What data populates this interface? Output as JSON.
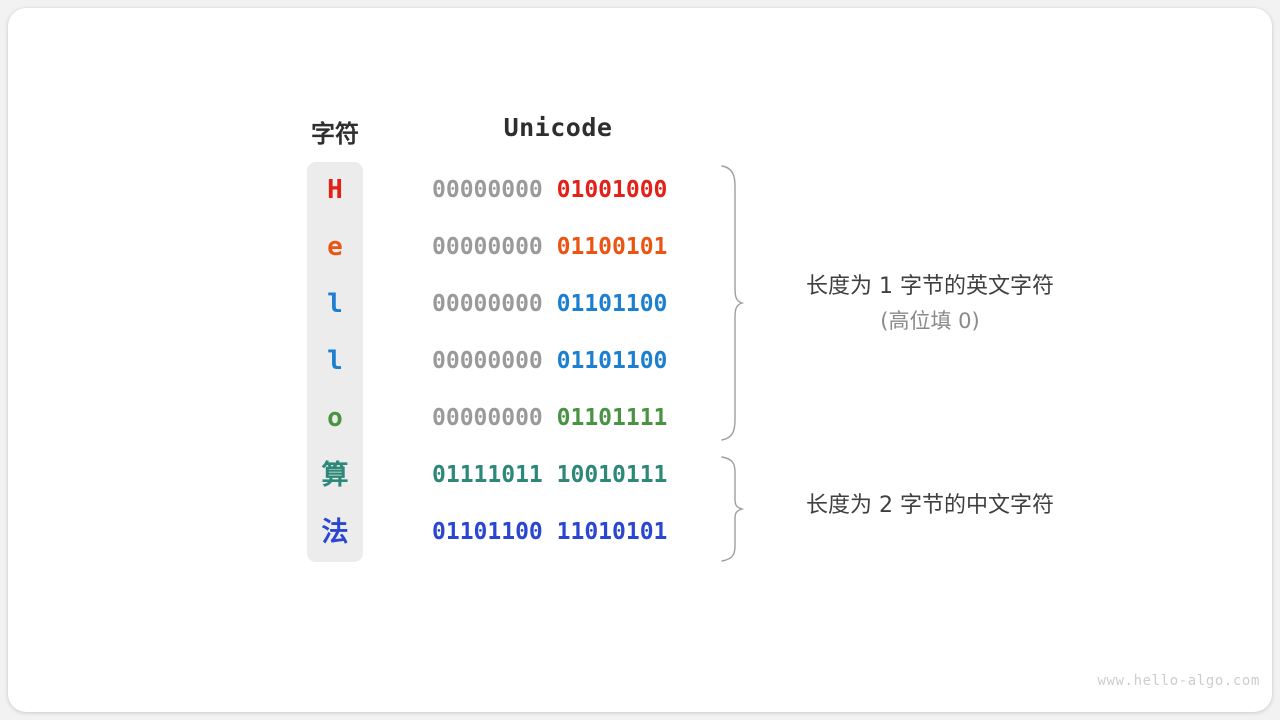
{
  "page": {
    "background": "#f2f2f2",
    "card_background": "#ffffff"
  },
  "headers": {
    "character": "字符",
    "unicode": "Unicode"
  },
  "rows": [
    {
      "char": "H",
      "color": "#e32119",
      "high_bits": "00000000 ",
      "low_bits": "01001000",
      "low_color": "#e32119",
      "cjk": false
    },
    {
      "char": "e",
      "color": "#ea5514",
      "high_bits": "00000000 ",
      "low_bits": "01100101",
      "low_color": "#ea5514",
      "cjk": false
    },
    {
      "char": "l",
      "color": "#1d7fd0",
      "high_bits": "00000000 ",
      "low_bits": "01101100",
      "low_color": "#1d7fd0",
      "cjk": false
    },
    {
      "char": "l",
      "color": "#1d7fd0",
      "high_bits": "00000000 ",
      "low_bits": "01101100",
      "low_color": "#1d7fd0",
      "cjk": false
    },
    {
      "char": "o",
      "color": "#499442",
      "high_bits": "00000000 ",
      "low_bits": "01101111",
      "low_color": "#499442",
      "cjk": false
    },
    {
      "char": "算",
      "color": "#2d8878",
      "high_bits": "",
      "low_bits": "01111011 10010111",
      "low_color": "#2d8878",
      "cjk": true
    },
    {
      "char": "法",
      "color": "#2b46d1",
      "high_bits": "",
      "low_bits": "01101100 11010101",
      "low_color": "#2b46d1",
      "cjk": true
    }
  ],
  "annotations": {
    "group1_line1": "长度为 1 字节的英文字符",
    "group1_line2": "(高位填 0)",
    "group2_line1": "长度为 2 字节的中文字符"
  },
  "watermark": "www.hello-algo.com",
  "colors": {
    "char_column_bg": "#ececec",
    "high_bits_gray": "#9a9a9a",
    "brace_stroke": "#9e9e9e",
    "header_text": "#2e2e2e",
    "annotation_text": "#3f3f3f",
    "annotation_sub_text": "#8a8a8a",
    "watermark_text": "#cdcdcd"
  }
}
